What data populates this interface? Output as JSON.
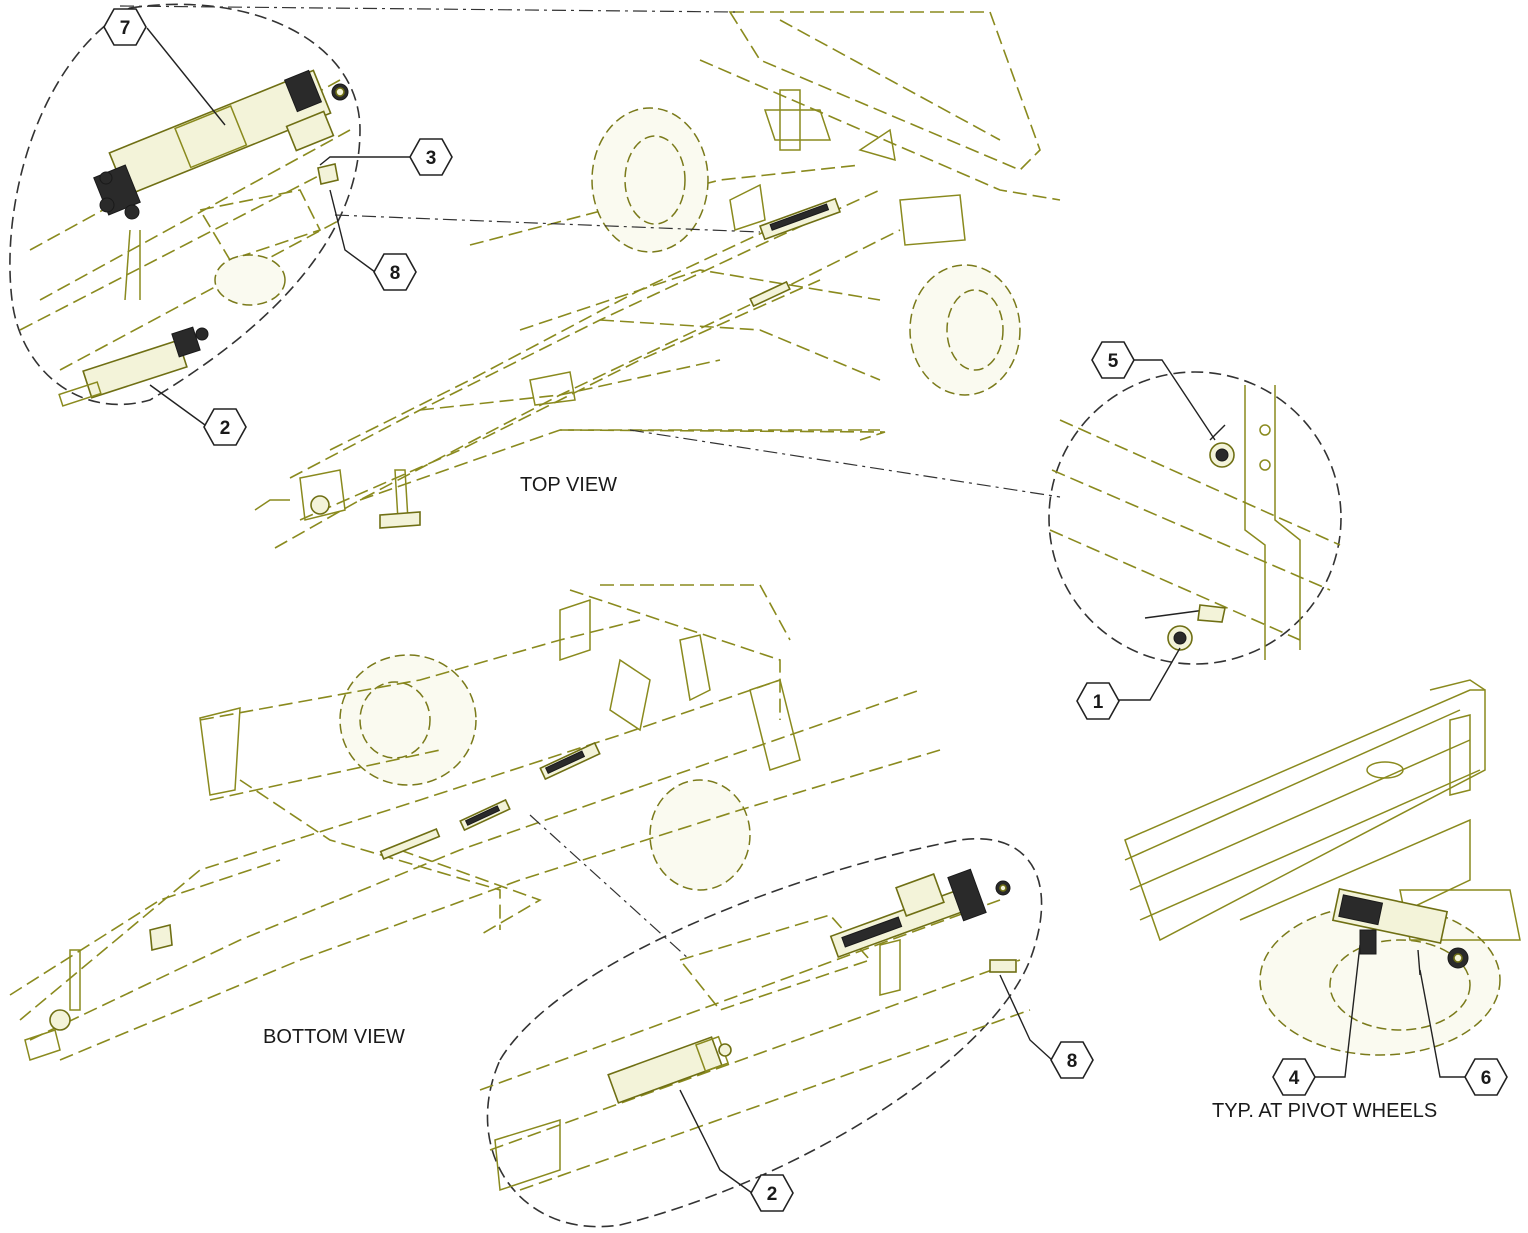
{
  "views": {
    "top_view": "TOP VIEW",
    "bottom_view": "BOTTOM VIEW",
    "pivot_note": "TYP. AT PIVOT WHEELS"
  },
  "callouts": {
    "c7": "7",
    "c3": "3",
    "c8_top": "8",
    "c2_top": "2",
    "c5": "5",
    "c1": "1",
    "c8_bottom": "8",
    "c2_bottom": "2",
    "c4": "4",
    "c6": "6"
  },
  "colors": {
    "line_art": "#8a8a1e",
    "callout_stroke": "#222222"
  }
}
